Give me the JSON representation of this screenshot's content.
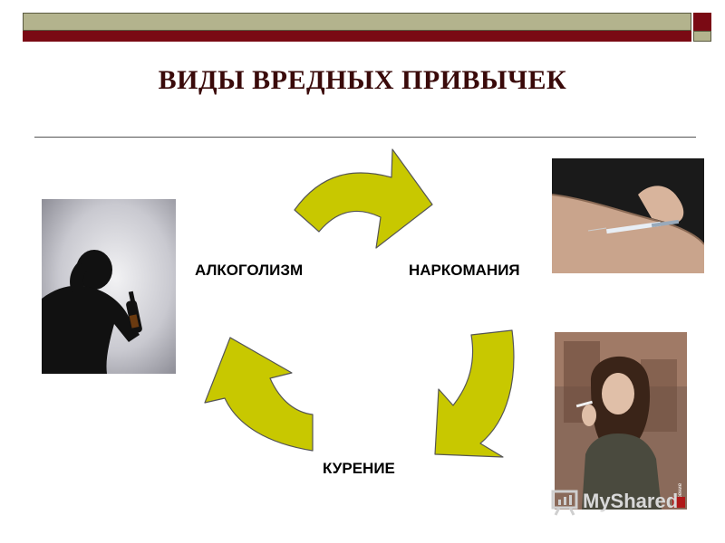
{
  "slide": {
    "title": "ВИДЫ ВРЕДНЫХ ПРИВЫЧЕК"
  },
  "cycle": {
    "items": [
      {
        "label": "АЛКОГОЛИЗМ"
      },
      {
        "label": "НАРКОМАНИЯ"
      },
      {
        "label": "КУРЕНИЕ"
      }
    ],
    "arrow_color": "#c8c800",
    "arrow_outline": "#555555"
  },
  "colors": {
    "bar_light": "#b3b38d",
    "bar_dark": "#7a0a14",
    "title": "#3a0a0a"
  },
  "photos": {
    "alcoholism": {
      "icon": "man-with-bottle-silhouette"
    },
    "drugs": {
      "icon": "arm-with-syringe"
    },
    "smoking": {
      "icon": "girl-smoking",
      "caption": "Курение"
    }
  },
  "watermark": {
    "text": "MyShared",
    "icon": "presentation-icon"
  }
}
